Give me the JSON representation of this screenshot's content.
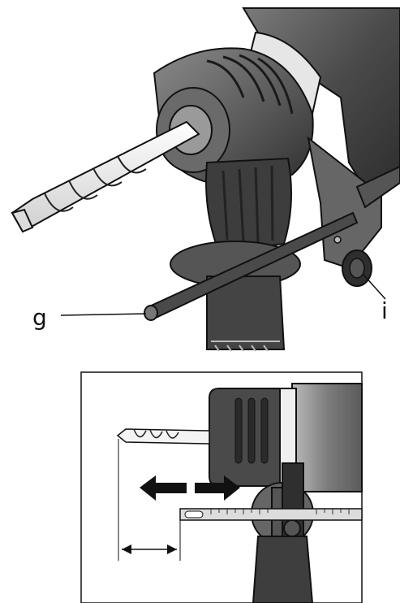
{
  "figure_top": {
    "callouts": {
      "g": "g",
      "i": "i"
    }
  },
  "figure_bottom": {
    "arrows": [
      "arrow-left",
      "arrow-right",
      "double-arrow-depth"
    ]
  },
  "colors": {
    "dark_gray": "#3b3b3b",
    "mid_gray": "#6e6e6e",
    "light_gray": "#c9c9c9",
    "silver": "#e2e2e2",
    "outline": "#111111"
  }
}
